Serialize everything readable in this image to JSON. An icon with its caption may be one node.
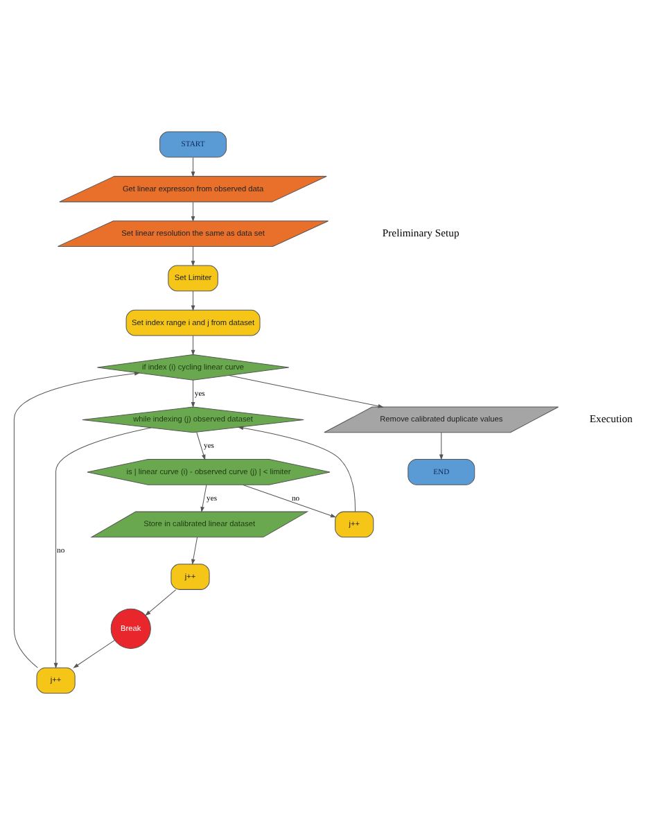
{
  "diagram": {
    "nodes": [
      {
        "text": [
          "START"
        ]
      },
      {
        "text": [
          "Get linear expresson from observed data"
        ]
      },
      {
        "text": [
          "Set linear resolution the same as data set"
        ]
      },
      {
        "text": [
          "Set Limiter"
        ]
      },
      {
        "text": [
          "Set index range i and j from dataset"
        ]
      },
      {
        "text": [
          "if index (i) cycling linear curve"
        ]
      },
      {
        "text": [
          "j++"
        ]
      },
      {
        "text": [
          "while indexing (j) observed dataset"
        ]
      },
      {
        "text": [
          "is | linear curve (i) - observed curve (j) | < limiter"
        ]
      },
      {
        "text": [
          "j++"
        ]
      },
      {
        "text": [
          "Store in calibrated linear dataset"
        ]
      },
      {
        "text": [
          "j++"
        ]
      },
      {
        "text": [
          "Break"
        ]
      },
      {
        "text": [
          "Remove calibrated duplicate values"
        ]
      },
      {
        "text": [
          "END"
        ]
      }
    ],
    "edges": [
      {
        "from": 0,
        "to": 1,
        "arrow": "to"
      },
      {
        "from": 1,
        "to": 2,
        "arrow": "to"
      },
      {
        "from": 2,
        "to": 3,
        "arrow": "to"
      },
      {
        "from": 3,
        "to": 4,
        "arrow": "to"
      },
      {
        "from": 4,
        "to": 5,
        "arrow": "to"
      },
      {
        "from": 5,
        "to": 7,
        "arrow": "to",
        "label": "yes"
      },
      {
        "from": 7,
        "to": 6,
        "arrow": "to",
        "label": "no"
      },
      {
        "from": 6,
        "to": 5,
        "arrow": "to"
      },
      {
        "from": 7,
        "to": 8,
        "arrow": "to",
        "label": "yes"
      },
      {
        "from": 8,
        "to": 9,
        "arrow": "to",
        "label": "no"
      },
      {
        "from": 9,
        "to": 7,
        "arrow": "to"
      },
      {
        "from": 8,
        "to": 10,
        "arrow": "to",
        "label": "yes"
      },
      {
        "from": 10,
        "to": 11,
        "arrow": "to"
      },
      {
        "from": 11,
        "to": 12,
        "arrow": "to"
      },
      {
        "from": 12,
        "to": 6,
        "arrow": "to"
      },
      {
        "from": 5,
        "to": 13,
        "arrow": "to"
      },
      {
        "from": 13,
        "to": 14,
        "arrow": "to"
      }
    ],
    "labels": [
      "Preliminary Setup",
      "Execution"
    ]
  }
}
